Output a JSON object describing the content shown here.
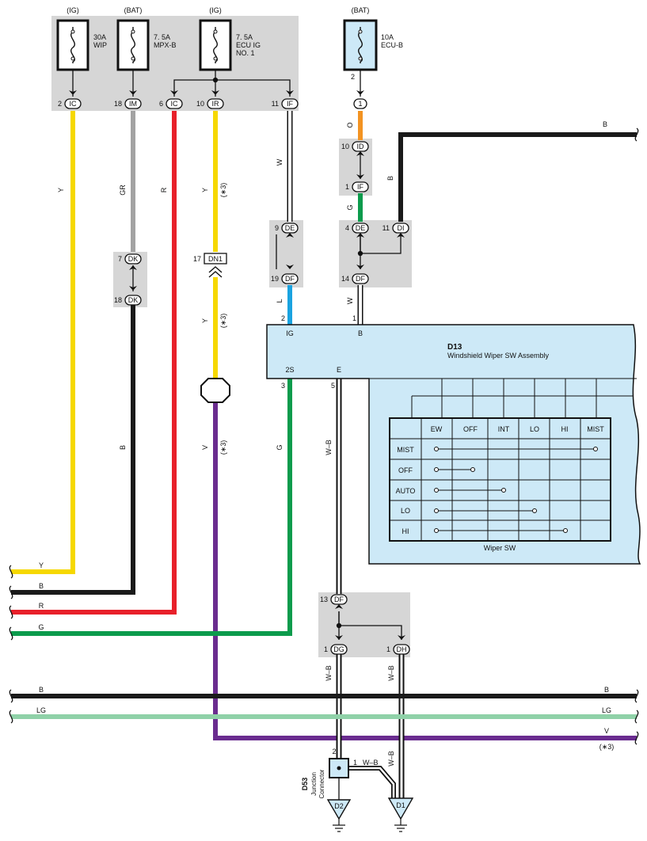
{
  "fuses": [
    {
      "source": "(IG)",
      "rating": "30A",
      "name": "WIP",
      "name2": "",
      "pin": "2",
      "conn": "IC"
    },
    {
      "source": "(BAT)",
      "rating": "7. 5A",
      "name": "MPX-B",
      "name2": "",
      "pin": "18",
      "conn": "IM"
    },
    {
      "source": "(IG)",
      "rating": "7. 5A",
      "name": "ECU IG",
      "name2": "NO. 1",
      "pin": "10",
      "conn": "IR"
    },
    {
      "source": "(BAT)",
      "rating": "10A",
      "name": "ECU-B",
      "name2": "",
      "pin": "2",
      "conn": "1"
    }
  ],
  "junction_pins": {
    "ic2": {
      "pin": "6",
      "conn": "IC"
    },
    "if1": {
      "pin": "11",
      "conn": "IF"
    },
    "id": {
      "pin": "10",
      "conn": "ID"
    },
    "if2": {
      "pin": "1",
      "conn": "IF"
    },
    "dk7": {
      "pin": "7",
      "conn": "DK"
    },
    "dk18": {
      "pin": "18",
      "conn": "DK"
    },
    "dn1": {
      "pin": "17",
      "conn": "DN1"
    },
    "de9": {
      "pin": "9",
      "conn": "DE"
    },
    "df19": {
      "pin": "19",
      "conn": "DF"
    },
    "de4": {
      "pin": "4",
      "conn": "DE"
    },
    "di11": {
      "pin": "11",
      "conn": "DI"
    },
    "df14": {
      "pin": "14",
      "conn": "DF"
    },
    "df13": {
      "pin": "13",
      "conn": "DF"
    },
    "dg1": {
      "pin": "1",
      "conn": "DG"
    },
    "dh1": {
      "pin": "1",
      "conn": "DH"
    }
  },
  "wire_labels": {
    "y": "Y",
    "gr": "GR",
    "r": "R",
    "b": "B",
    "w": "W",
    "o": "O",
    "g": "G",
    "l": "L",
    "v": "V",
    "wb": "W–B",
    "lg": "LG",
    "note3": "(∗3)"
  },
  "assembly": {
    "code": "D13",
    "name": "Windshield Wiper SW Assembly",
    "pins": [
      {
        "num": "2",
        "label": "IG"
      },
      {
        "num": "1",
        "label": "B"
      },
      {
        "num": "3",
        "label": "2S"
      },
      {
        "num": "5",
        "label": "E"
      }
    ]
  },
  "wiper_sw": {
    "caption": "Wiper SW",
    "columns": [
      "EW",
      "OFF",
      "INT",
      "LO",
      "HI",
      "MIST"
    ],
    "rows": [
      "MIST",
      "OFF",
      "AUTO",
      "LO",
      "HI"
    ]
  },
  "junction_connector": {
    "code": "D53",
    "line1": "Junction",
    "line2": "Connector",
    "pin_a": "2",
    "pin_b": "1"
  },
  "grounds": [
    "D2",
    "D1"
  ],
  "colors": {
    "yellow": "#f6d800",
    "gray": "#a3a3a3",
    "red": "#e8202a",
    "black": "#1a1a1a",
    "orange": "#f39322",
    "green": "#0c9b4c",
    "blue": "#1aa3e0",
    "violet": "#6a2c8f",
    "lightgreen": "#8fd1a8",
    "panel": "#cde9f7",
    "shade": "#d6d6d6"
  }
}
